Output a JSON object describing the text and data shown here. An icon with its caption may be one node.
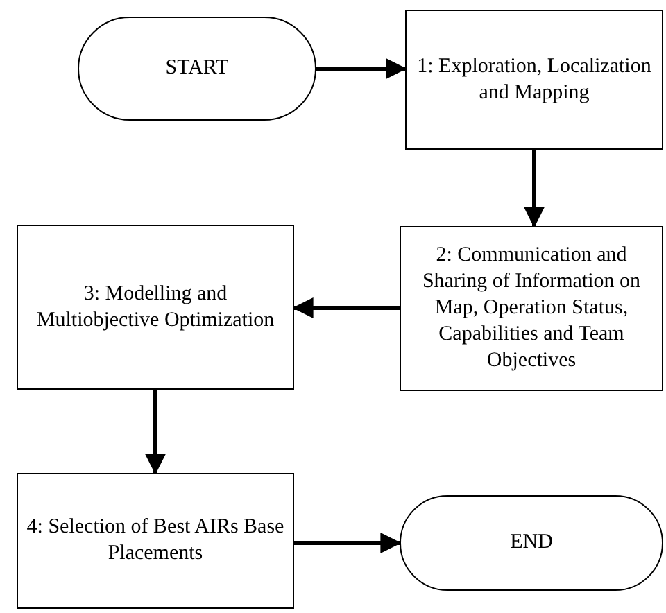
{
  "diagram": {
    "nodes": [
      {
        "text": [
          "START"
        ]
      },
      {
        "text": [
          "1: Exploration, Localization and Mapping"
        ]
      },
      {
        "text": [
          "2: Communication and Sharing of Information on Map, Operation Status, Capabilities and Team Objectives"
        ]
      },
      {
        "text": [
          "3: Modelling and Multiobjective Optimization"
        ]
      },
      {
        "text": [
          "4: Selection of Best AIRs Base Placements"
        ]
      },
      {
        "text": [
          "END"
        ]
      }
    ],
    "edges": [
      {
        "from": 0,
        "to": 1,
        "arrow": "to"
      },
      {
        "from": 1,
        "to": 2,
        "arrow": "to"
      },
      {
        "from": 2,
        "to": 3,
        "arrow": "to"
      },
      {
        "from": 3,
        "to": 4,
        "arrow": "to"
      },
      {
        "from": 4,
        "to": 5,
        "arrow": "to"
      }
    ]
  }
}
